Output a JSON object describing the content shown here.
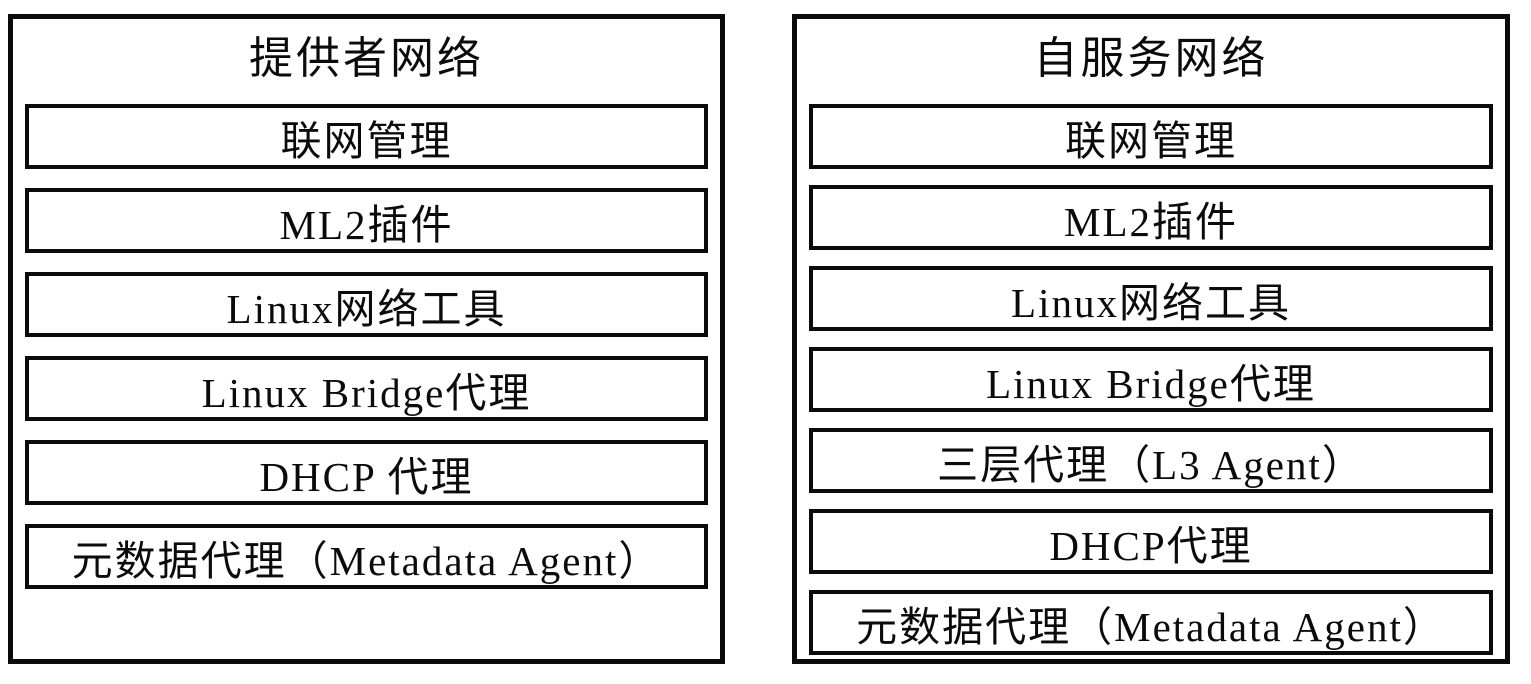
{
  "diagram": {
    "kind": "stacked-block-diagram",
    "colors": {
      "border": "#0b0b0b",
      "text": "#0b0b0b",
      "background": "#ffffff"
    },
    "panels": [
      {
        "title": "提供者网络",
        "rows": [
          "联网管理",
          "ML2插件",
          "Linux网络工具",
          "Linux Bridge代理",
          "DHCP 代理",
          "元数据代理（Metadata Agent）"
        ]
      },
      {
        "title": "自服务网络",
        "rows": [
          "联网管理",
          "ML2插件",
          "Linux网络工具",
          "Linux Bridge代理",
          "三层代理（L3 Agent）",
          "DHCP代理",
          "元数据代理（Metadata Agent）"
        ]
      }
    ]
  }
}
